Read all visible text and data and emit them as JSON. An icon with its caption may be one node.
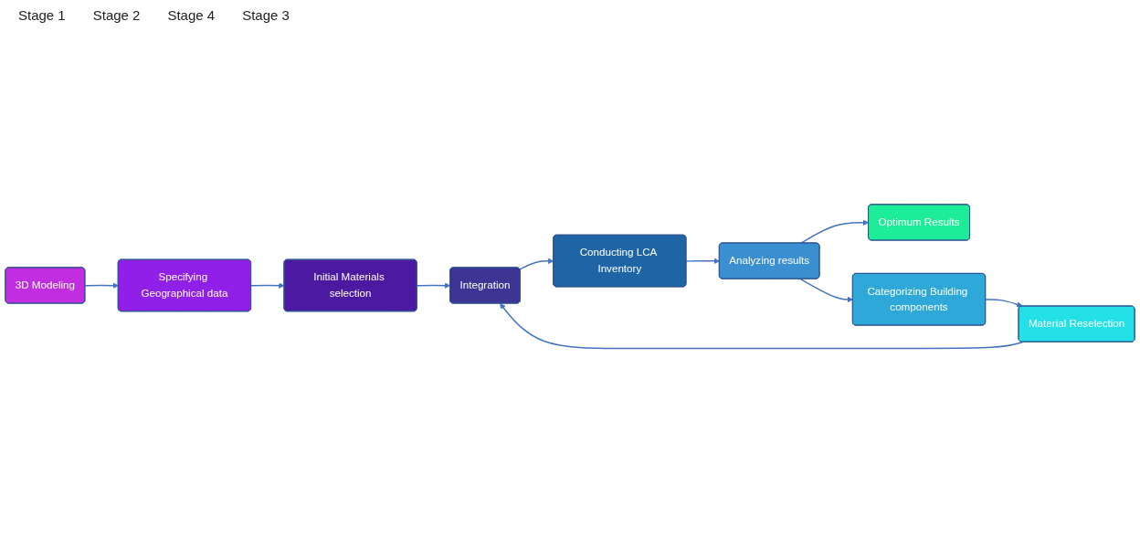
{
  "diagram": {
    "nodes": [
      {
        "text": [
          "3D Modeling"
        ]
      },
      {
        "text": [
          "Specifying Geographical data"
        ]
      },
      {
        "text": [
          "Initial Materials selection"
        ]
      },
      {
        "text": [
          "Integration"
        ]
      },
      {
        "text": [
          "Conducting LCA Inventory"
        ]
      },
      {
        "text": [
          "Analyzing results"
        ]
      },
      {
        "text": [
          "Optimum Results"
        ]
      },
      {
        "text": [
          "Categorizing Building components"
        ]
      },
      {
        "text": [
          "Material Reselection"
        ]
      }
    ],
    "edges": [
      {
        "from": 0,
        "to": 1,
        "arrow": "to"
      },
      {
        "from": 1,
        "to": 2,
        "arrow": "to"
      },
      {
        "from": 2,
        "to": 3,
        "arrow": "to"
      },
      {
        "from": 3,
        "to": 4,
        "arrow": "to"
      },
      {
        "from": 4,
        "to": 5,
        "arrow": "to"
      },
      {
        "from": 5,
        "to": 6,
        "arrow": "to"
      },
      {
        "from": 5,
        "to": 7,
        "arrow": "to"
      },
      {
        "from": 7,
        "to": 8,
        "arrow": "to"
      },
      {
        "from": 8,
        "to": 3,
        "arrow": "to"
      }
    ],
    "labels": [
      "Stage 1",
      "Stage 2",
      "Stage 4",
      "Stage 3"
    ]
  }
}
